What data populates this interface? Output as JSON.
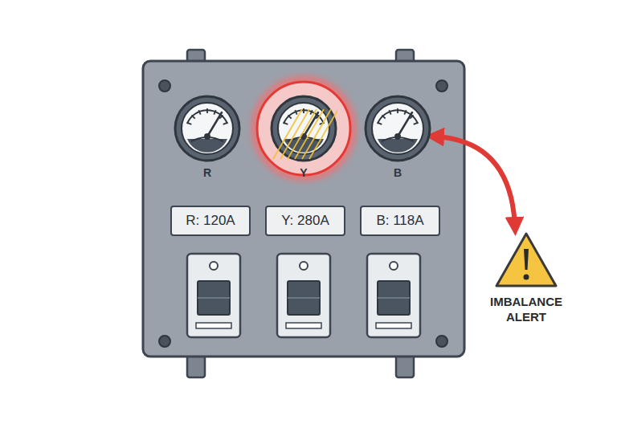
{
  "diagram": {
    "nodes": [
      {
        "text": [
          "R"
        ]
      },
      {
        "text": [
          "Y"
        ]
      },
      {
        "text": [
          "B"
        ]
      },
      {
        "text": [
          "R: 120A"
        ]
      },
      {
        "text": [
          "Y: 280A"
        ]
      },
      {
        "text": [
          "B: 118A"
        ]
      },
      {
        "text": [
          "IMBALANCE ALERT"
        ]
      }
    ],
    "edges": [
      {
        "from": 2,
        "to": 6,
        "arrow": "both"
      }
    ]
  }
}
